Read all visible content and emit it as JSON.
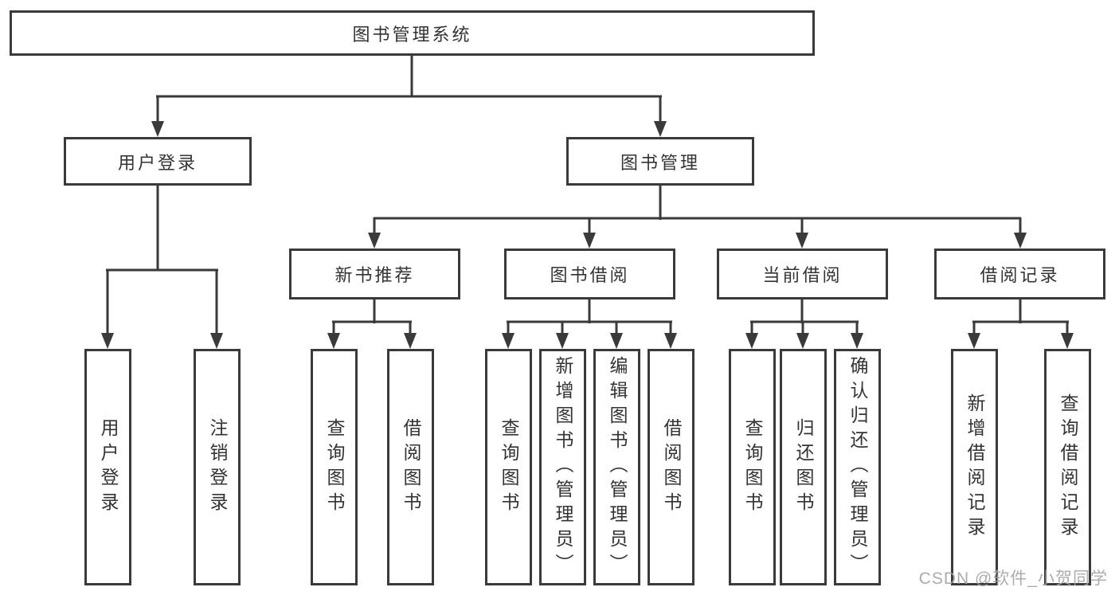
{
  "diagram": {
    "title": "图书管理系统",
    "branches": [
      {
        "label": "用户登录",
        "children": [
          {
            "label": "用户登录"
          },
          {
            "label": "注销登录"
          }
        ]
      },
      {
        "label": "图书管理",
        "children": [
          {
            "label": "新书推荐",
            "children": [
              {
                "label": "查询图书"
              },
              {
                "label": "借阅图书"
              }
            ]
          },
          {
            "label": "图书借阅",
            "children": [
              {
                "label": "查询图书"
              },
              {
                "label": "新增图书（管理员）"
              },
              {
                "label": "编辑图书（管理员）"
              },
              {
                "label": "借阅图书"
              }
            ]
          },
          {
            "label": "当前借阅",
            "children": [
              {
                "label": "查询图书"
              },
              {
                "label": "归还图书"
              },
              {
                "label": "确认归还（管理员）"
              }
            ]
          },
          {
            "label": "借阅记录",
            "children": [
              {
                "label": "新增借阅记录"
              },
              {
                "label": "查询借阅记录"
              }
            ]
          }
        ]
      }
    ]
  },
  "watermark": "CSDN @软件_小贺同学",
  "colors": {
    "line": "#3a3a3a",
    "text": "#333333",
    "watermark": "#a3a3a3"
  }
}
